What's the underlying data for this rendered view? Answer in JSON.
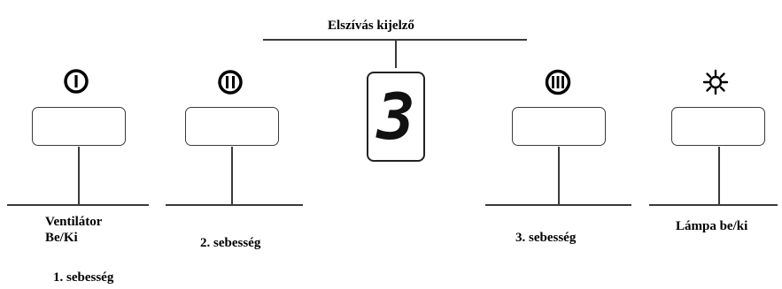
{
  "title": "Elszívás kijelző",
  "display_digit": "3",
  "controls": [
    {
      "icon": "power-speed-1-icon",
      "label_line1": "Ventilátor",
      "label_line2": "Be/Ki",
      "label_extra": "1. sebesség"
    },
    {
      "icon": "speed-2-icon",
      "label": "2. sebesség"
    },
    {
      "icon": "speed-3-icon",
      "label": "3. sebesség"
    },
    {
      "icon": "lamp-icon",
      "label": "Lámpa be/ki"
    }
  ]
}
